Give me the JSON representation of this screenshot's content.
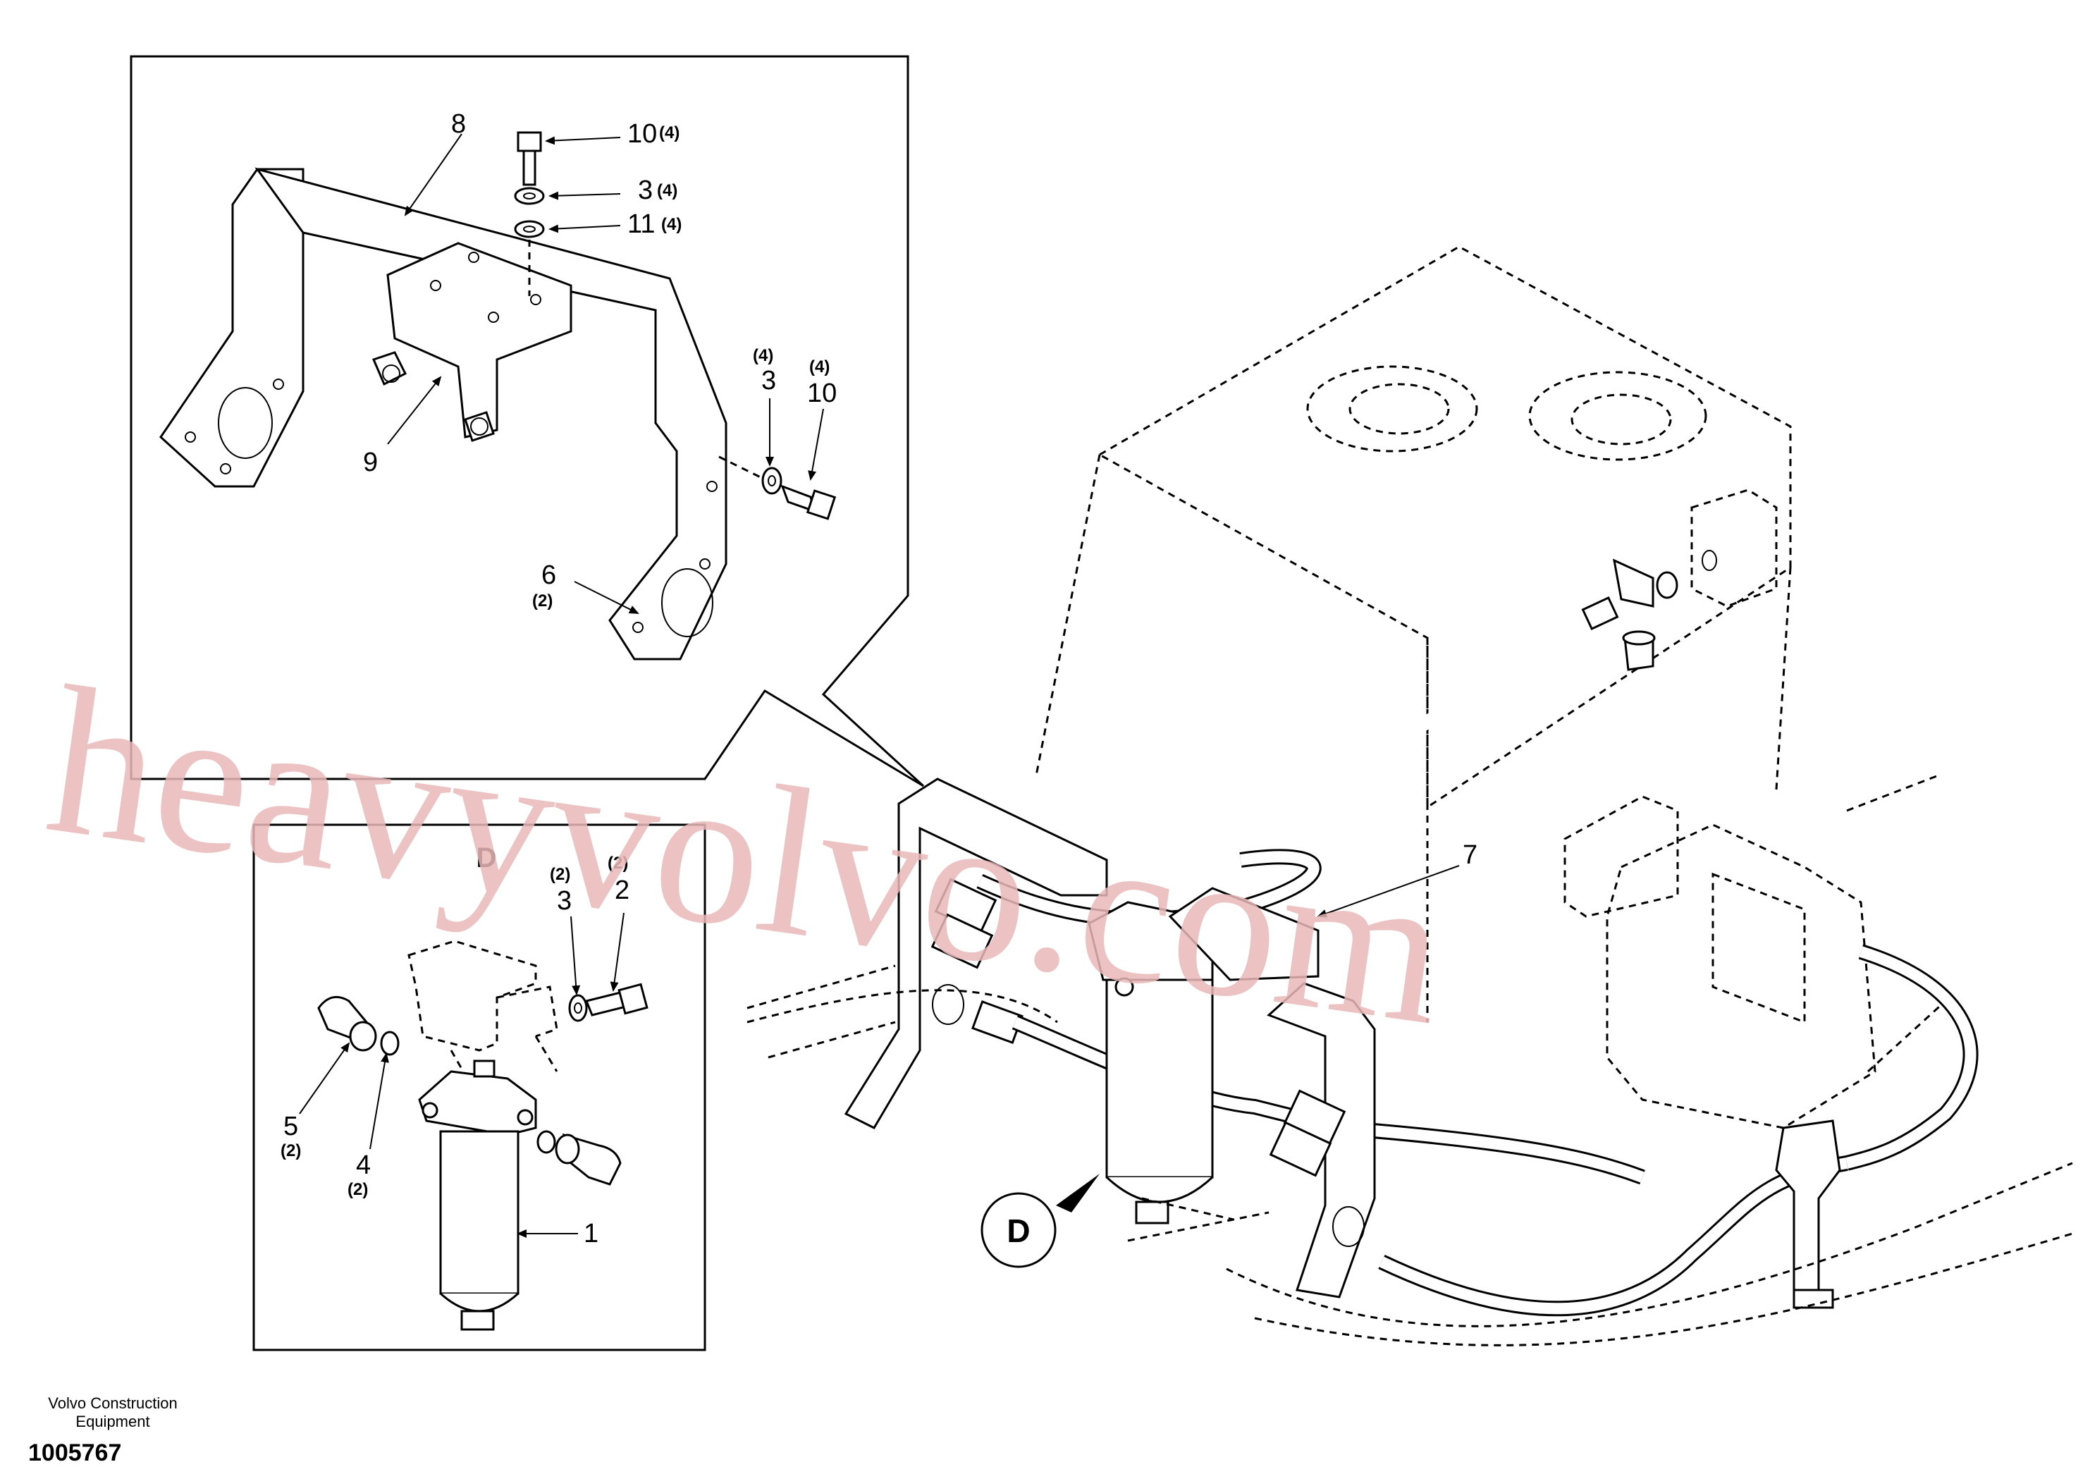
{
  "watermark": "heavyvolvo.com",
  "detail_letter": "D",
  "callout_letter": "D",
  "footer": {
    "company_line1": "Volvo Construction",
    "company_line2": "Equipment",
    "drawing_number": "1005767"
  },
  "labels": {
    "p8": "8",
    "p10_top": "10",
    "p10_top_qty": "(4)",
    "p3_top": "3",
    "p3_top_qty": "(4)",
    "p11": "11",
    "p11_qty": "(4)",
    "p3_right_qty": "(4)",
    "p3_right": "3",
    "p10_right_qty": "(4)",
    "p10_right": "10",
    "p9": "9",
    "p6": "6",
    "p6_qty": "(2)",
    "p7": "7",
    "d_p3_qty": "(2)",
    "d_p3": "3",
    "d_p2_qty": "(2)",
    "d_p2": "2",
    "d_p5": "5",
    "d_p5_qty": "(2)",
    "d_p4": "4",
    "d_p4_qty": "(2)",
    "d_p1": "1"
  }
}
